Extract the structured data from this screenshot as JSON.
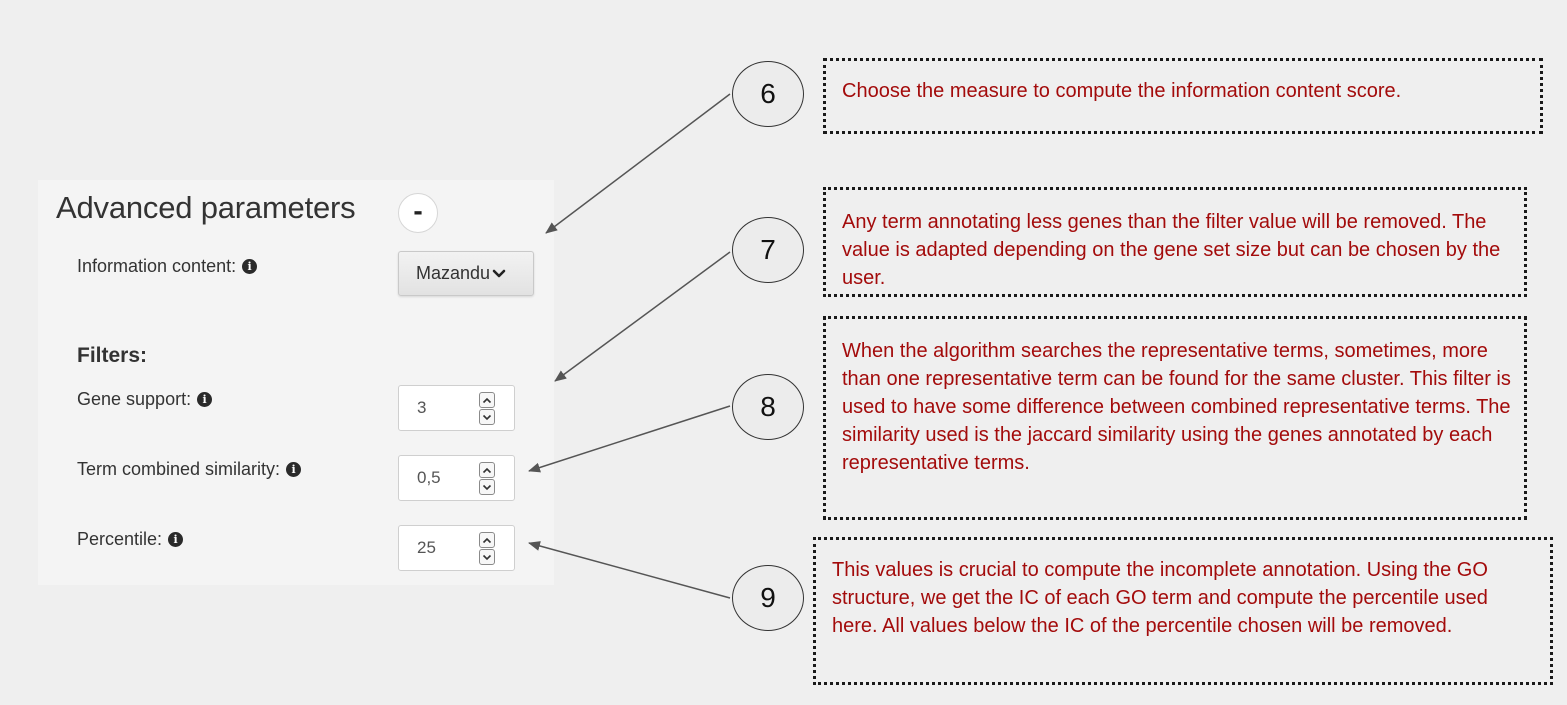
{
  "panel": {
    "title": "Advanced parameters",
    "toggle_label": "-",
    "information_content": {
      "label": "Information content:",
      "selected": "Mazandu"
    },
    "filters_heading": "Filters:",
    "gene_support": {
      "label": "Gene support:",
      "value": "3"
    },
    "term_combined_similarity": {
      "label": "Term combined similarity:",
      "value": "0,5"
    },
    "percentile": {
      "label": "Percentile:",
      "value": "25"
    }
  },
  "callouts": [
    {
      "number": "6",
      "text": "Choose the measure to compute the information content score."
    },
    {
      "number": "7",
      "text": "Any term annotating less genes than the filter value will be removed. The value is adapted depending on the gene set size but can be chosen by the user."
    },
    {
      "number": "8",
      "text": "When the algorithm searches the representative terms, sometimes, more than one representative term can be found for the same cluster. This filter is used to have some difference between combined representative terms. The similarity used is the jaccard similarity using the genes annotated by each representative terms."
    },
    {
      "number": "9",
      "text": "This values is crucial to compute the incomplete annotation. Using the GO structure, we get the IC of each GO term and compute the percentile used here. All values below the IC of the percentile chosen will be removed."
    }
  ],
  "colors": {
    "callout_text": "#a30b0b",
    "background": "#efefef",
    "panel_background": "#f4f4f4"
  },
  "icons": {
    "info": "info-circle-icon",
    "select_chevron": "chevron-down-icon",
    "spin_up": "chevron-up-icon",
    "spin_down": "chevron-down-icon"
  }
}
